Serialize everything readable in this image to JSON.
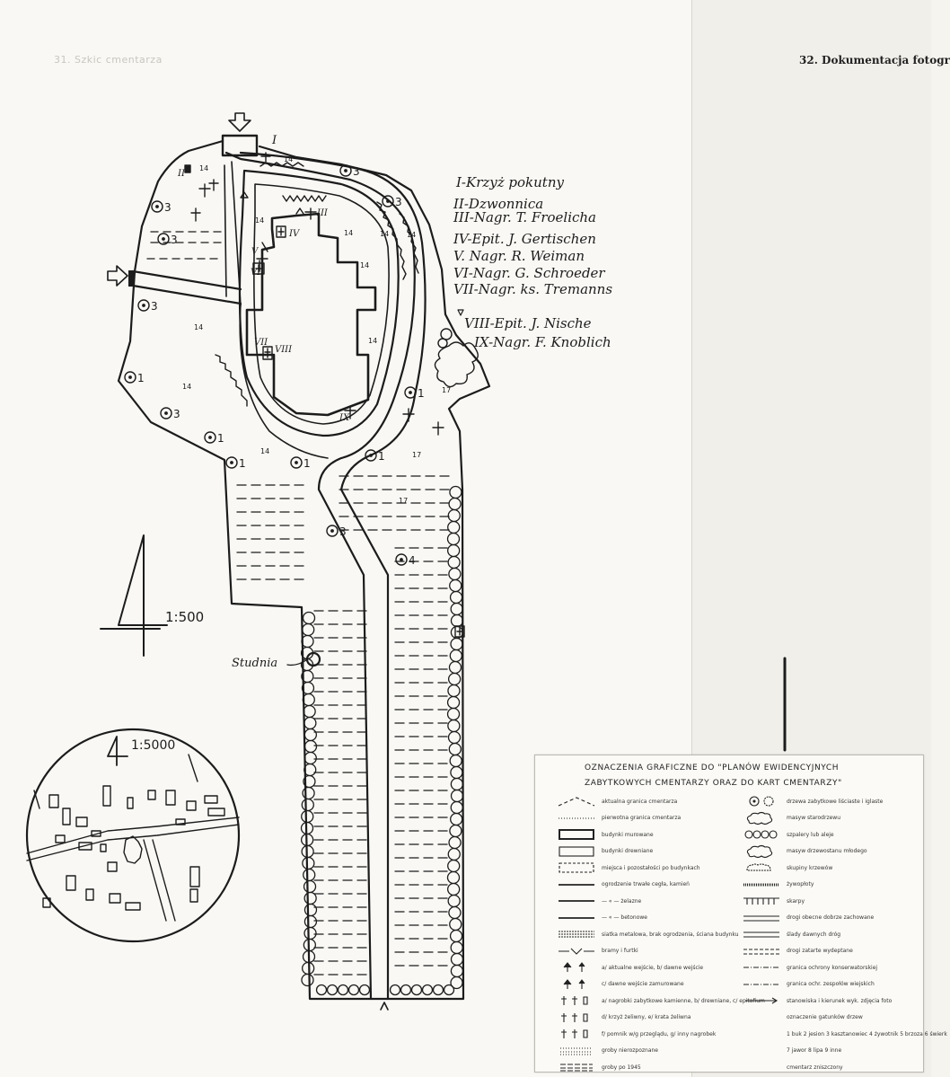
{
  "page": {
    "header_faint": "31. Szkic cmentarza",
    "header_right": "32. Dokumentacja fotogr"
  },
  "map": {
    "entrance_label": "I",
    "scale_label": "1:500",
    "well_label": "Studnia",
    "inset_scale_label": "1:5000",
    "key": [
      "I-Krzyż pokutny",
      "II-Dzwonnica",
      "III-Nagr. T. Froelicha",
      "IV-Epit. J. Gertischen",
      "V. Nagr. R. Weiman",
      "VI-Nagr. G. Schroeder",
      "VII-Nagr. ks. Tremanns",
      "VIII-Epit. J. Nische",
      "IX-Nagr. F. Knoblich"
    ],
    "object_labels": [
      "II",
      "III",
      "IV",
      "V",
      "VI",
      "VII",
      "VIII",
      "IX"
    ],
    "tree_labels": [
      "3",
      "3",
      "3",
      "3",
      "3",
      "3",
      "3",
      "1",
      "1",
      "1",
      "1",
      "1",
      "1",
      "4",
      "3"
    ],
    "area_codes": [
      "14",
      "14",
      "14",
      "14",
      "14",
      "14",
      "14",
      "14",
      "14",
      "14",
      "14",
      "17",
      "17",
      "17"
    ]
  },
  "legend": {
    "title": "OZNACZENIA GRAFICZNE DO \"PLANÓW EWIDENCYJNYCH ZABYTKOWYCH CMENTARZY ORAZ DO KART CMENTARZY\"",
    "left": [
      {
        "icon": "dashed-roof-icon",
        "label": "aktualna granica cmentarza"
      },
      {
        "icon": "dotted-line-icon",
        "label": "pierwotna granica cmentarza"
      },
      {
        "icon": "solid-rect-icon",
        "label": "budynki murowane"
      },
      {
        "icon": "thin-rect-icon",
        "label": "budynki drewniane"
      },
      {
        "icon": "dashed-rect-icon",
        "label": "miejsca i pozostałości po budynkach"
      },
      {
        "icon": "solid-line-icon",
        "label": "ogrodzenie trwałe cegła, kamień"
      },
      {
        "icon": "solid-line-icon",
        "label": "— « — żelazne"
      },
      {
        "icon": "solid-line-icon",
        "label": "— « — betonowe"
      },
      {
        "icon": "double-line-icon",
        "label": "siatka metalowa, brak ogrodzenia, ściana budynku"
      },
      {
        "icon": "gate-icon",
        "label": "bramy i furtki"
      },
      {
        "icon": "arrow-icon",
        "label": "a/ aktualne wejście, b/ dawne wejście"
      },
      {
        "icon": "arrow-icon",
        "label": "c/ dawne wejście zamurowane"
      },
      {
        "icon": "cross-icon",
        "label": "a/ nagrobki zabytkowe kamienne, b/ drewniane, c/ epitafium"
      },
      {
        "icon": "cross-icon",
        "label": "d/ krzyż żeliwny, e/ krata żeliwna"
      },
      {
        "icon": "cross-icon",
        "label": "f/ pomnik w/g przeglądu, g/ inny nagrobek"
      },
      {
        "icon": "dots-icon",
        "label": "groby nierozpoznane"
      },
      {
        "icon": "dashes-icon",
        "label": "groby po 1945"
      }
    ],
    "right": [
      {
        "icon": "tree-circle-icon",
        "label": "drzewa zabytkowe liściaste i iglaste"
      },
      {
        "icon": "cloud-icon",
        "label": "masyw starodrzewu"
      },
      {
        "icon": "circle-row-icon",
        "label": "szpalery lub aleje"
      },
      {
        "icon": "cloud-icon",
        "label": "masyw drzewostanu młodego"
      },
      {
        "icon": "bush-icon",
        "label": "skupiny krzewów"
      },
      {
        "icon": "hatch-line-icon",
        "label": "żywopłoty"
      },
      {
        "icon": "steps-icon",
        "label": "skarpy"
      },
      {
        "icon": "path-icon",
        "label": "drogi obecne dobrze zachowane"
      },
      {
        "icon": "path-icon",
        "label": "ślady dawnych dróg"
      },
      {
        "icon": "dashed-path-icon",
        "label": "drogi zatarte wydeptane"
      },
      {
        "icon": "dash-dot-icon",
        "label": "granica ochrony konserwatorskiej"
      },
      {
        "icon": "dash-dot-icon",
        "label": "granica ochr. zespołów wiejskich"
      },
      {
        "icon": "arrow-right-icon",
        "label": "stanowiska i kierunek wyk. zdjęcia foto"
      },
      {
        "icon": "none",
        "label": "oznaczenie gatunków drzew"
      },
      {
        "icon": "none",
        "label": "1 buk 2 jesion 3 kasztanowiec 4 żywotnik 5 brzoza 6 świerk"
      },
      {
        "icon": "none",
        "label": "7 jawor 8 lipa 9 inne"
      },
      {
        "icon": "none",
        "label": "cmentarz zniszczony"
      }
    ]
  }
}
